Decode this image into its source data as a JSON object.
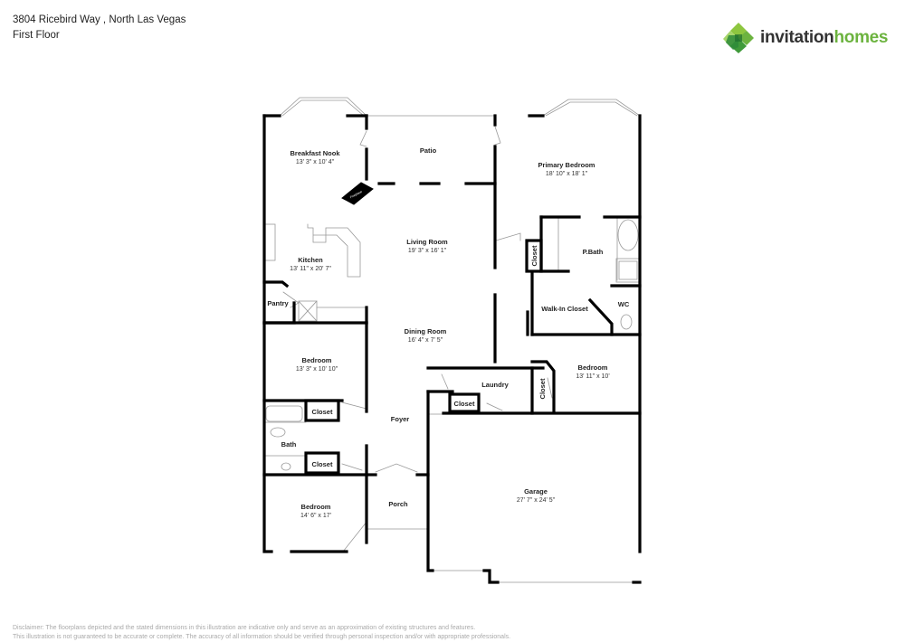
{
  "header": {
    "address": "3804 Ricebird Way , North Las Vegas",
    "floor": "First Floor"
  },
  "logo": {
    "icon": "invitation-homes-logo-icon",
    "text_part1": "invitation",
    "text_part2": "homes",
    "brand_green": "#6cb33f",
    "brand_dark": "#333333"
  },
  "rooms": {
    "breakfast_nook": {
      "name": "Breakfast Nook",
      "dims": "13' 3\" x 10' 4\""
    },
    "patio": {
      "name": "Patio"
    },
    "primary_bedroom": {
      "name": "Primary Bedroom",
      "dims": "18' 10\" x 18' 1\""
    },
    "fireplace": {
      "name": "Fireplace"
    },
    "living_room": {
      "name": "Living Room",
      "dims": "19' 3\" x 16' 1\""
    },
    "kitchen": {
      "name": "Kitchen",
      "dims": "13' 11\" x 20' 7\""
    },
    "pantry": {
      "name": "Pantry"
    },
    "p_bath": {
      "name": "P.Bath"
    },
    "primary_closet": {
      "name": "Closet"
    },
    "walk_in_closet": {
      "name": "Walk-In Closet"
    },
    "wc": {
      "name": "WC"
    },
    "dining_room": {
      "name": "Dining Room",
      "dims": "16' 4\" x 7' 5\""
    },
    "bedroom2": {
      "name": "Bedroom",
      "dims": "13' 3\" x 10' 10\""
    },
    "bedroom3": {
      "name": "Bedroom",
      "dims": "13' 11\" x 10'"
    },
    "closet_bed3": {
      "name": "Closet"
    },
    "laundry": {
      "name": "Laundry"
    },
    "laundry_closet": {
      "name": "Closet"
    },
    "closet_upper": {
      "name": "Closet"
    },
    "foyer": {
      "name": "Foyer"
    },
    "bath": {
      "name": "Bath"
    },
    "closet_lower": {
      "name": "Closet"
    },
    "bedroom4": {
      "name": "Bedroom",
      "dims": "14' 6\" x 17'"
    },
    "porch": {
      "name": "Porch"
    },
    "garage": {
      "name": "Garage",
      "dims": "27' 7\" x 24' 5\""
    }
  },
  "footer": {
    "disclaimer_line1": "Disclaimer: The floorplans depicted and the stated dimensions in this illustration are indicative only and serve as an approximation of existing structures and features.",
    "disclaimer_line2": "This illustration is not guaranteed to be accurate or complete. The accuracy of all information should be verified through personal inspection and/or with appropriate professionals."
  }
}
